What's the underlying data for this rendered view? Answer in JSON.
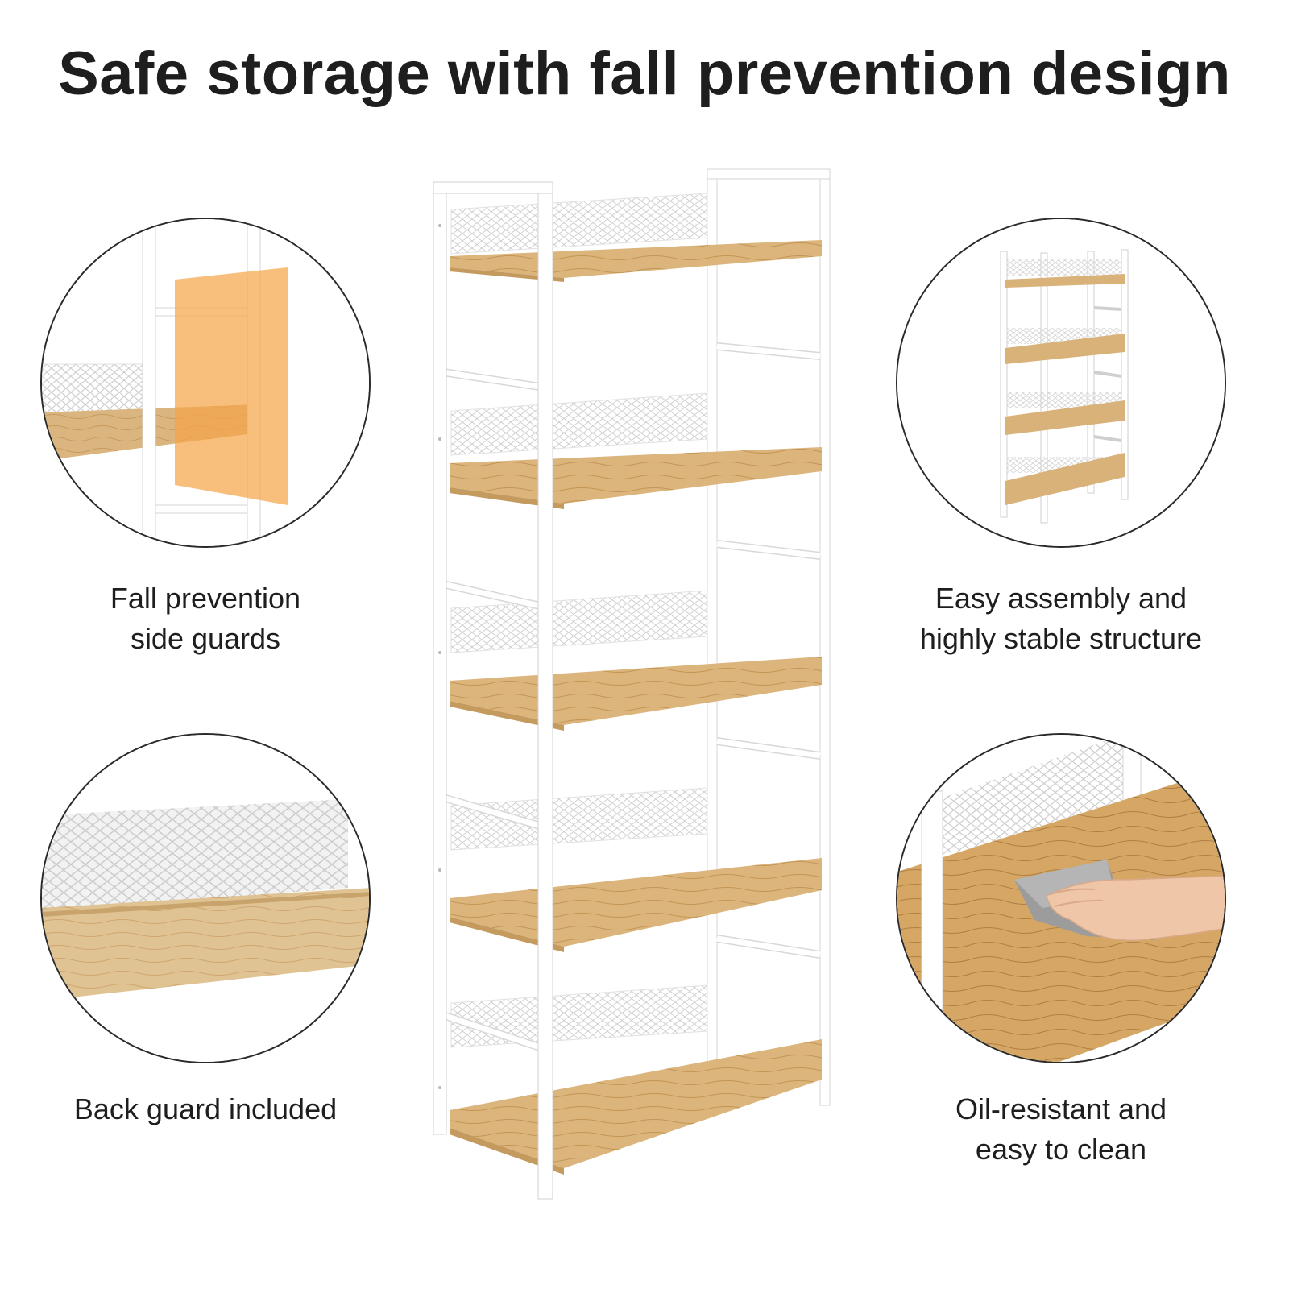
{
  "title": "Safe storage with fall prevention design",
  "features": [
    {
      "caption_lines": [
        "Fall prevention",
        "side guards"
      ],
      "icon": "side-guard-closeup"
    },
    {
      "caption_lines": [
        "Easy assembly and",
        "highly stable structure"
      ],
      "icon": "small-shelf-overview"
    },
    {
      "caption_lines": [
        "Back guard included"
      ],
      "icon": "back-guard-closeup"
    },
    {
      "caption_lines": [
        "Oil-resistant and",
        "easy to clean"
      ],
      "icon": "hand-wiping-shelf"
    }
  ],
  "colors": {
    "text": "#1e1e1e",
    "frame": "#ffffff",
    "frame_edge": "#d8d8d8",
    "wood": "#d9b27a",
    "wood_dark": "#c49a5e",
    "highlight": "#f5a54a"
  }
}
